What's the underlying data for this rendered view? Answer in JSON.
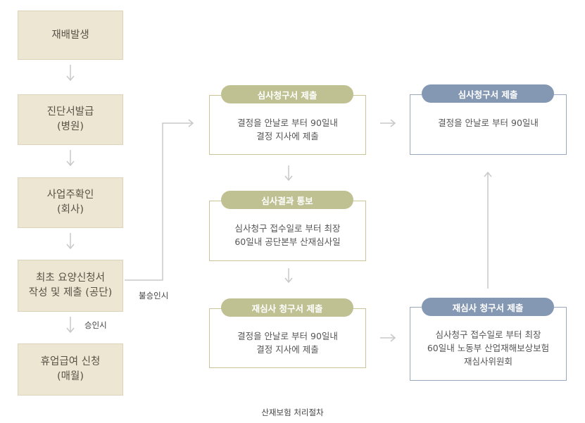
{
  "left_steps": [
    {
      "lines": [
        "재배발생"
      ]
    },
    {
      "lines": [
        "진단서발급",
        "(병원)"
      ]
    },
    {
      "lines": [
        "사업주확인",
        "(회사)"
      ]
    },
    {
      "lines": [
        "최초 요양신청서",
        "작성 및 제출 (공단)"
      ]
    },
    {
      "lines": [
        "휴업급여 신청",
        "(매월)"
      ]
    }
  ],
  "labels": {
    "approval": "승인시",
    "disapproval": "불승인시"
  },
  "cards": {
    "review_request": {
      "title": "심사청구서 제출",
      "lines": [
        "결정을 안날로 부터 90일내",
        "결정 지사에 제출"
      ]
    },
    "review_result": {
      "title": "심사결과 통보",
      "lines": [
        "심사청구 접수일로 부터 최장",
        "60일내 공단본부 산재심사일"
      ]
    },
    "rereview_request": {
      "title": "재심사 청구서 제출",
      "lines": [
        "결정을 안날로 부터 90일내",
        "결정 지사에 제출"
      ]
    },
    "review_request_right": {
      "title": "심사청구서 제출",
      "lines": [
        "결정을 안날로 부터 90일내"
      ]
    },
    "rereview_request_right": {
      "title": "재심사 청구서 제출",
      "lines": [
        "심사청구 접수일로 부터 최장",
        "60일내 노동부 산업재해보상보험",
        "재심사위원회"
      ]
    }
  },
  "caption": "산재보험 처리절차",
  "colors": {
    "left_box": "#ede6d3",
    "olive_pill": "#bfc192",
    "olive_border": "#c9c596",
    "blue_pill": "#8598b3",
    "blue_border": "#9aa9bf",
    "arrow": "#c8c8c8"
  }
}
